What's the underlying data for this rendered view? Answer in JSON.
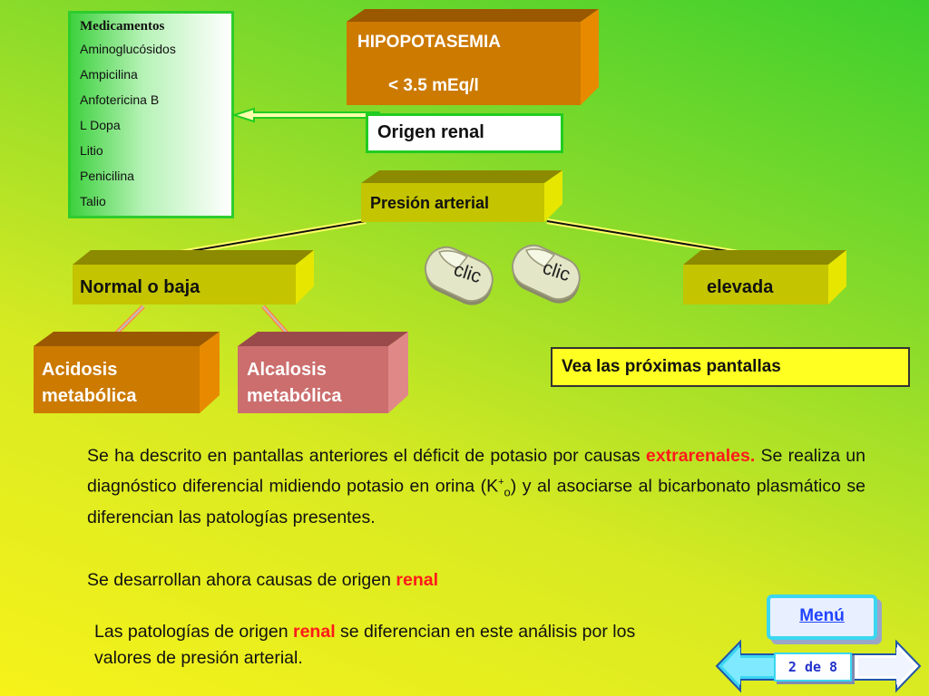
{
  "medications": {
    "title": "Medicamentos",
    "items": [
      "Aminoglucósidos",
      "Ampicilina",
      "Anfotericina B",
      "L Dopa",
      "Litio",
      "Penicilina",
      "Talio"
    ]
  },
  "hipo": {
    "line1": "HIPOPOTASEMIA",
    "line2": "< 3.5 mEq/l"
  },
  "origen": "Origen renal",
  "presion": "Presión arterial",
  "normal": "Normal o baja",
  "elevada": "elevada",
  "acidosis": {
    "line1": "Acidosis",
    "line2": "metabólica"
  },
  "alcalosis": {
    "line1": "Alcalosis",
    "line2": "metabólica"
  },
  "vea": "Vea las próximas pantallas",
  "clic1": "clic",
  "clic2": "clic",
  "paragraph1": {
    "a": "Se ha descrito en pantallas anteriores el déficit de potasio por causas",
    "red": "extrarenales.",
    "b": " Se realiza un diagnóstico diferencial midiendo potasio en orina (K",
    "sup": "+",
    "sub": "o",
    "c": ") y al asociarse al bicarbonato plasmático se diferencian las patologías presentes."
  },
  "paragraph2": {
    "a": "Se desarrollan ahora causas de origen ",
    "red": "renal"
  },
  "paragraph3": {
    "a": "Las patologías de origen ",
    "red": "renal",
    "b": " se diferencian  en este análisis por los valores de presión arterial."
  },
  "nav": {
    "menu": "Menú",
    "page": "2 de 8"
  },
  "colors": {
    "orange": "#cc7a00",
    "olive": "#c4c400",
    "rose": "#cc6e6e",
    "red": "#ff1a1a",
    "link": "#2244ff"
  }
}
